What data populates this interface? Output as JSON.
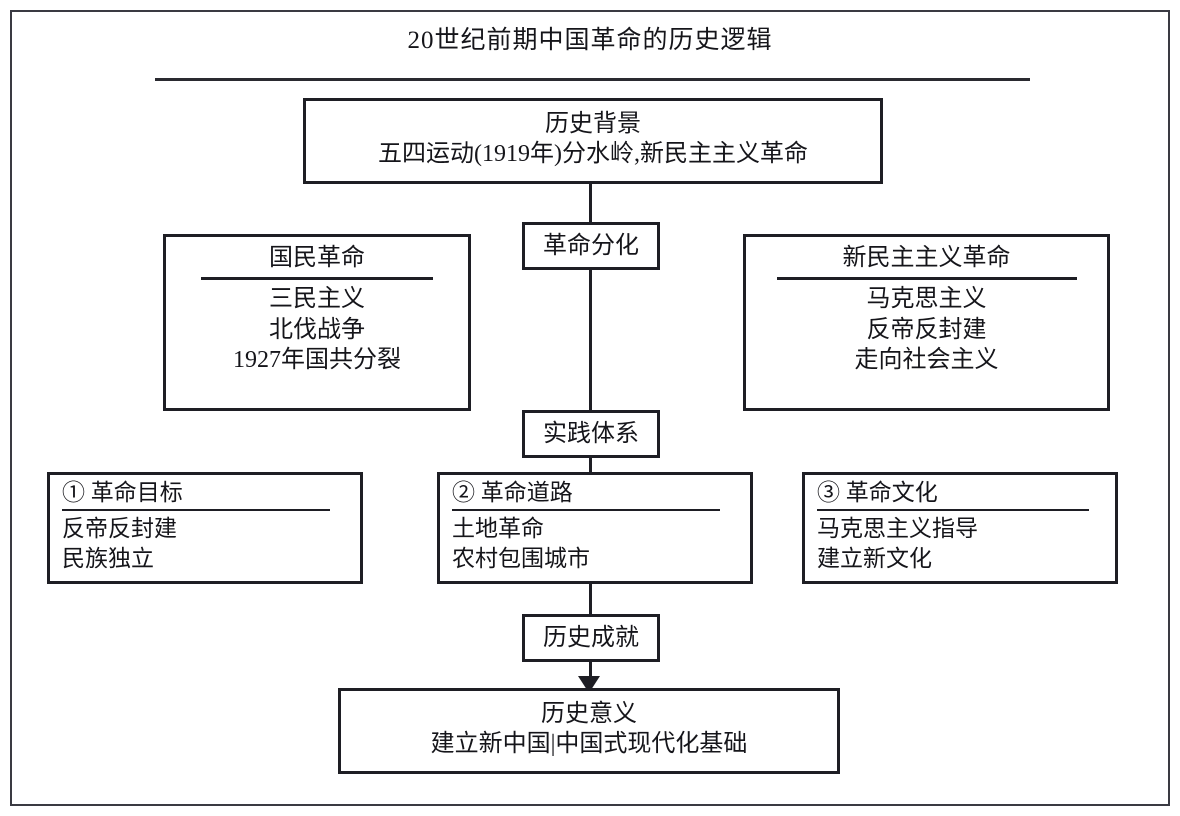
{
  "diagram": {
    "title": "20世纪前期中国革命的历史逻辑",
    "nodes": {
      "background": {
        "head": "历史背景",
        "sub": "五四运动(1919年)分水岭,新民主主义革命"
      },
      "split": {
        "head": "革命分化"
      },
      "practice": {
        "head": "实践体系"
      },
      "achievement": {
        "head": "历史成就"
      },
      "national_revolution": {
        "head": "国民革命",
        "lines": [
          "三民主义",
          "北伐战争",
          "1927年国共分裂"
        ]
      },
      "new_democratic_revolution": {
        "head": "新民主主义革命",
        "lines": [
          "马克思主义",
          "反帝反封建",
          "走向社会主义"
        ]
      },
      "goal": {
        "head": "① 革命目标",
        "lines": [
          "反帝反封建",
          "民族独立"
        ]
      },
      "road": {
        "head": "② 革命道路",
        "lines": [
          "土地革命",
          "农村包围城市"
        ]
      },
      "culture": {
        "head": "③ 革命文化",
        "lines": [
          "马克思主义指导",
          "建立新文化"
        ]
      },
      "meaning": {
        "head": "历史意义",
        "sub": "建立新中国|中国式现代化基础"
      }
    },
    "colors": {
      "frame": "#3a3a42",
      "box_border": "#1e1e24",
      "text": "#15151a",
      "background": "#ffffff"
    }
  }
}
